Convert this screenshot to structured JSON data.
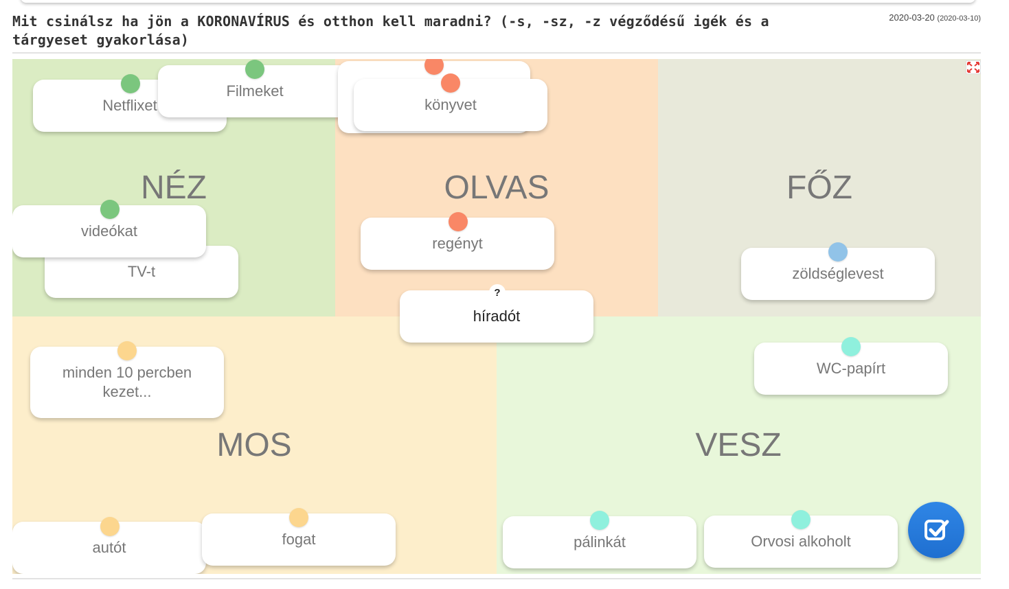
{
  "header": {
    "title": "Mit csinálsz ha jön a KORONAVÍRUS és otthon kell maradni? (-s, -sz, -z végződésű igék és a tárgyeset gyakorlása)",
    "date": "2020-03-20",
    "created_date": "(2020-03-10)"
  },
  "colors": {
    "nez": "#7bc67e",
    "olvas": "#f98766",
    "foz": "#91c3e8",
    "mos": "#fcd68e",
    "vesz": "#8ff0dd"
  },
  "zones": {
    "nez": "NÉZ",
    "olvas": "OLVAS",
    "foz": "FŐZ",
    "mos": "MOS",
    "vesz": "VESZ"
  },
  "cards": {
    "netflixet": "Netflixet",
    "filmeket": "Filmeket",
    "hidden_olvas": "",
    "konyvet": "könyvet",
    "videokat": "videókat",
    "tvt": "TV-t",
    "regenyt": "regényt",
    "hiradot": "híradót",
    "zoldseglevest": "zöldséglevest",
    "kezet": "minden 10 percben kezet...",
    "wcpapirt": "WC-papírt",
    "autot": "autót",
    "fogat": "fogat",
    "palinkat": "pálinkát",
    "alkohol": "Orvosi alkoholt"
  },
  "unplaced_marker": "?"
}
